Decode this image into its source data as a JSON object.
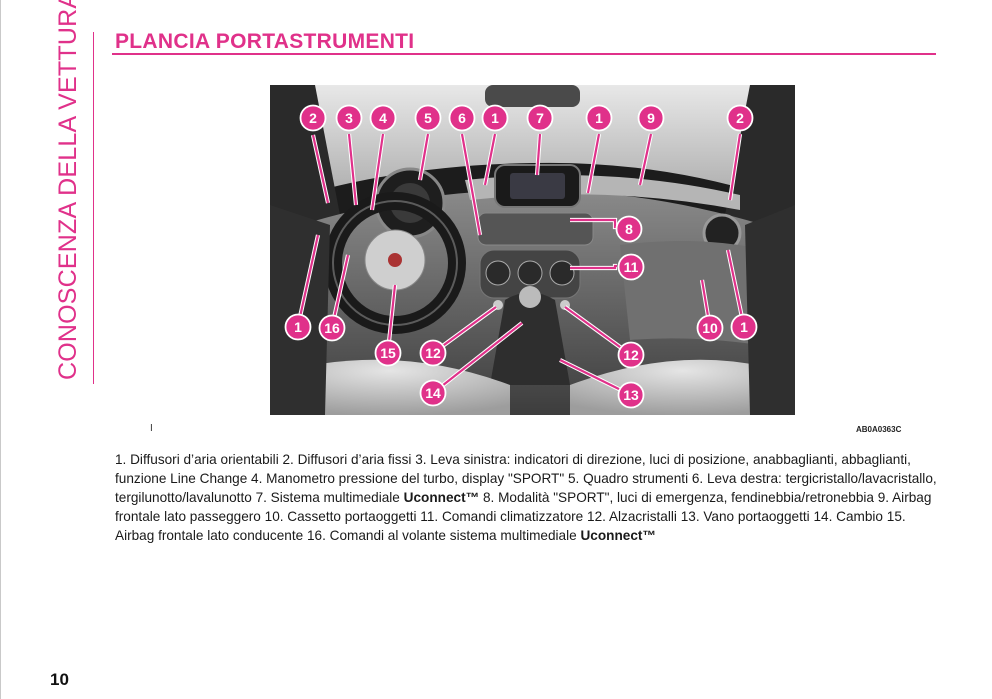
{
  "section_title": "CONOSCENZA DELLA VETTURA",
  "page_title": "PLANCIA PORTASTRUMENTI",
  "figure": {
    "left_mark": "I",
    "code": "AB0A0363C",
    "callouts": [
      "2",
      "3",
      "4",
      "5",
      "6",
      "1",
      "7",
      "1",
      "9",
      "2",
      "8",
      "11",
      "1",
      "16",
      "15",
      "12",
      "12",
      "14",
      "13",
      "10",
      "1"
    ]
  },
  "caption": {
    "text_1": "1. Diffusori d’aria orientabili 2. Diffusori d’aria fissi 3. Leva sinistra: indicatori di direzione, luci di posizione, anabbaglianti, abbaglianti, funzione Line Change 4. Manometro pressione del turbo, display \"SPORT\" 5. Quadro strumenti 6. Leva destra: tergicristallo/lavacristallo, tergilunotto/lavalunotto 7. Sistema multimediale ",
    "bold_1": "Uconnect™",
    "text_2": " 8. Modalità \"SPORT\", luci di emergenza, fendinebbia/retronebbia 9. Airbag frontale lato passeggero 10. Cassetto portaoggetti 11. Comandi climatizzatore 12. Alzacristalli 13. Vano portaoggetti 14. Cambio 15. Airbag frontale lato conducente 16. Comandi al volante sistema multimediale ",
    "bold_2": "Uconnect™"
  },
  "page_number": "10",
  "colors": {
    "accent": "#e0318a",
    "text": "#1a1a1a"
  }
}
